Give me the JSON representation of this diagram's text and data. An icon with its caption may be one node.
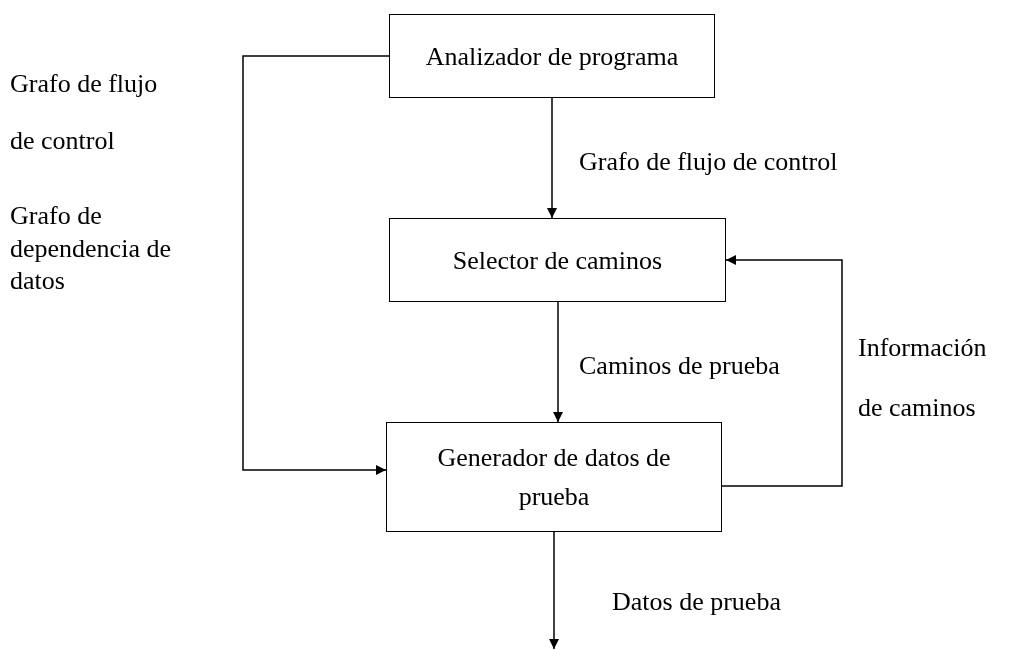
{
  "diagram": {
    "nodes": [
      {
        "text": [
          "Analizador de programa"
        ]
      },
      {
        "text": [
          "Selector de caminos"
        ]
      },
      {
        "text": [
          "Generador de datos de prueba"
        ]
      }
    ],
    "edges": [
      {
        "from": 0,
        "to": 1,
        "arrow": "to",
        "label": "Grafo de flujo de control"
      },
      {
        "from": 1,
        "to": 2,
        "arrow": "to",
        "label": "Caminos de prueba"
      },
      {
        "from": 0,
        "to": 2,
        "arrow": "to"
      },
      {
        "from": 2,
        "to": 1,
        "arrow": "to",
        "label": "Información de caminos"
      },
      {
        "from": 2,
        "to": null,
        "arrow": "to",
        "label": "Datos de prueba"
      }
    ],
    "labels": [
      "Grafo de flujo de control",
      "Grafo de dependencia de datos"
    ]
  }
}
